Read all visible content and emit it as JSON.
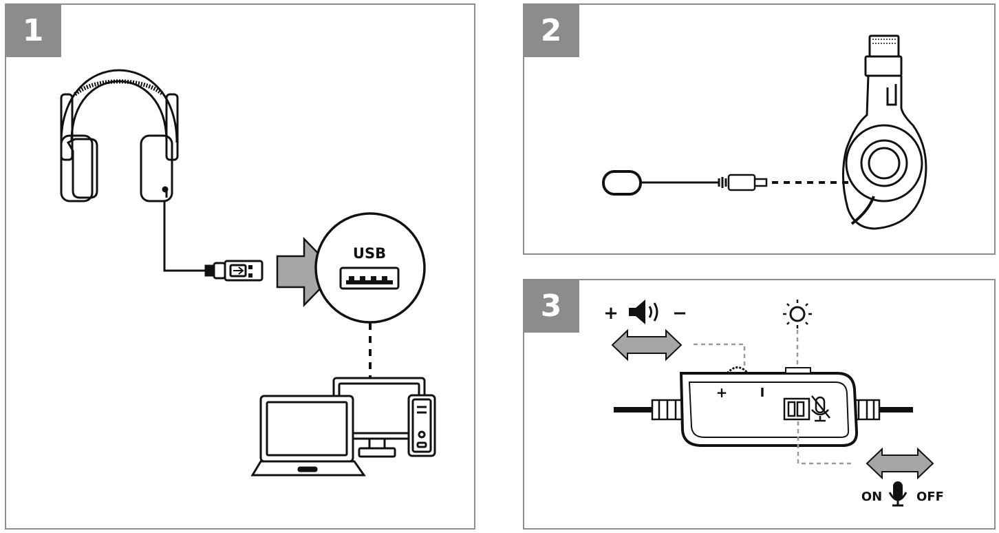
{
  "steps": [
    {
      "number": "1",
      "usb_label": "USB"
    },
    {
      "number": "2"
    },
    {
      "number": "3",
      "plus": "+",
      "minus": "−",
      "dial_plus": "+",
      "dial_minus": "I",
      "on": "ON",
      "off": "OFF"
    }
  ],
  "colors": {
    "frame": "#8c8c8c",
    "ink": "#111111",
    "arrow": "#a6a6a6",
    "dashed_light": "#999999"
  },
  "icons": [
    "headphones-icon",
    "usb-plug-icon",
    "usb-port-icon",
    "laptop-icon",
    "monitor-icon",
    "tower-pc-icon",
    "microphone-boom-icon",
    "audio-jack-icon",
    "speaker-icon",
    "led-light-icon",
    "microphone-icon",
    "mic-mute-icon",
    "inline-remote-icon"
  ]
}
